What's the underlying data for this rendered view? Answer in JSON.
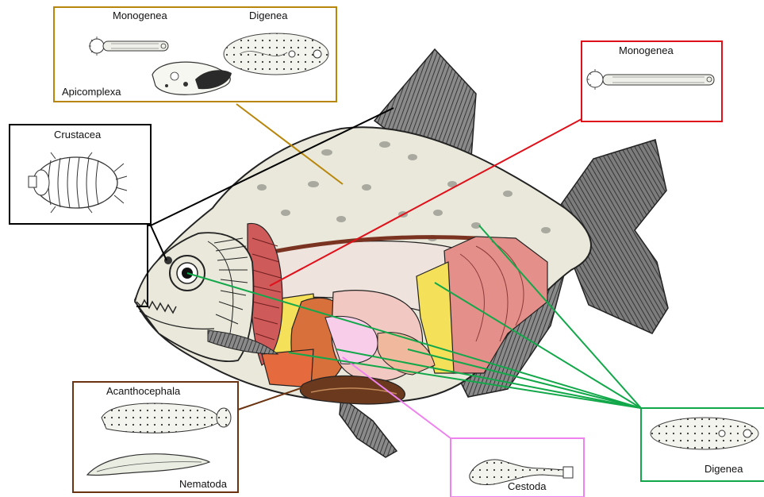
{
  "labels": {
    "top_monogenea": "Monogenea",
    "top_digenea": "Digenea",
    "apicomplexa": "Apicomplexa",
    "right_monogenea": "Monogenea",
    "crustacea": "Crustacea",
    "acanthocephala": "Acanthocephala",
    "nematoda": "Nematoda",
    "cestoda": "Cestoda",
    "bottom_digenea": "Digenea"
  },
  "colors": {
    "gold": "#b8860b",
    "red": "#e0101a",
    "black": "#000000",
    "brown": "#6b3310",
    "pink": "#ee82ee",
    "green": "#12a84a",
    "fish_body": "#e9e8da",
    "muscle": "#e58f8a",
    "gill": "#cf5a5a",
    "yellow": "#f5e05a",
    "orange": "#d7703a",
    "intestine": "#6b3a1e"
  },
  "icons": [
    "monogenea-worm-icon",
    "digenea-fluke-icon",
    "apicomplexa-cell-icon",
    "crustacea-isopod-icon",
    "acanthocephala-worm-icon",
    "nematoda-worm-icon",
    "cestoda-worm-icon"
  ]
}
